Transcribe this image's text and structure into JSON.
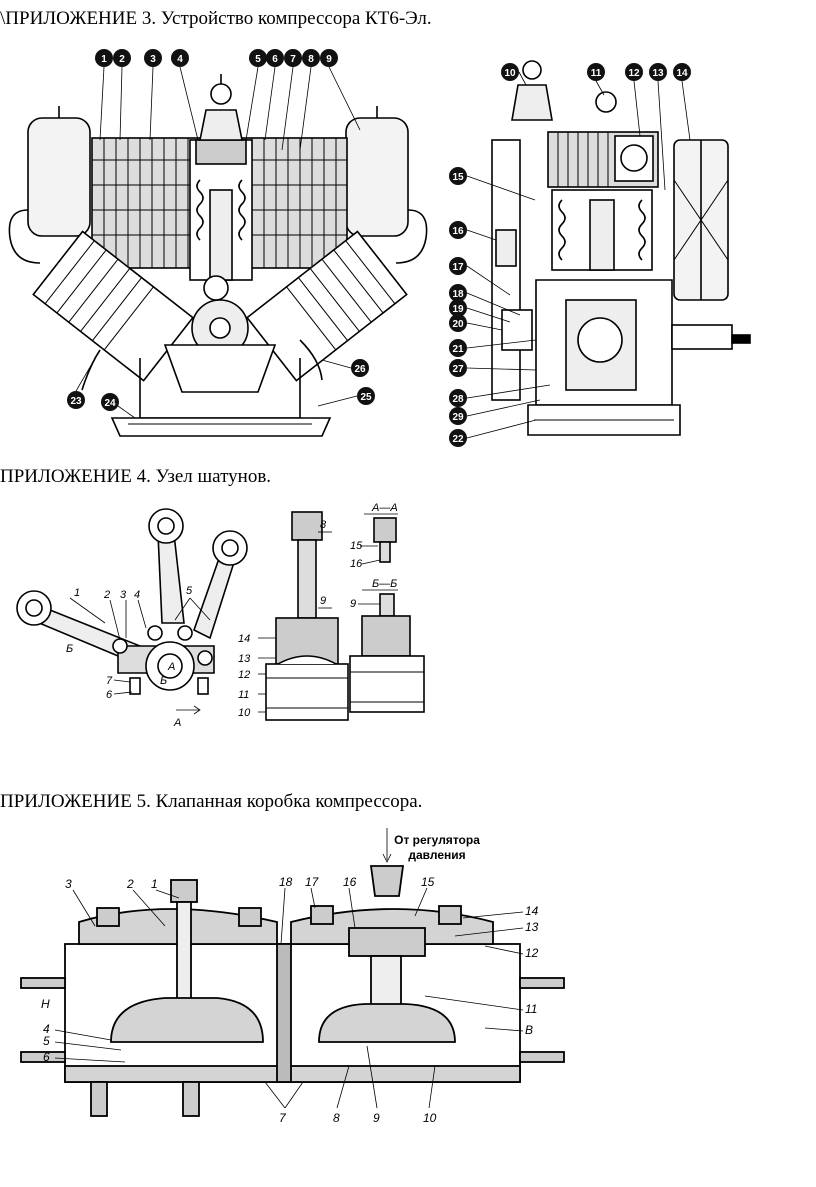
{
  "sections": [
    {
      "title": "\\ПРИЛОЖЕНИЕ 3. Устройство компрессора КТ6-Эл."
    },
    {
      "title": "ПРИЛОЖЕНИЕ 4. Узел шатунов."
    },
    {
      "title": "ПРИЛОЖЕНИЕ 5. Клапанная коробка компрессора."
    }
  ],
  "fig3": {
    "front_labels": [
      "1",
      "2",
      "3",
      "4",
      "5",
      "6",
      "7",
      "8",
      "9",
      "23",
      "24",
      "25",
      "26"
    ],
    "side_labels": [
      "10",
      "11",
      "12",
      "13",
      "14",
      "15",
      "16",
      "17",
      "18",
      "19",
      "20",
      "21",
      "27",
      "28",
      "29",
      "22"
    ]
  },
  "fig4": {
    "main_labels": [
      "1",
      "2",
      "3",
      "4",
      "5",
      "6",
      "7",
      "Б",
      "А",
      "Б",
      "А"
    ],
    "section_labels": [
      "8",
      "9",
      "14",
      "13",
      "12",
      "11",
      "10"
    ],
    "detail_labels": [
      "А—А",
      "15",
      "16",
      "Б—Б",
      "9"
    ]
  },
  "fig5": {
    "annotation_line1": "От регулятора",
    "annotation_line2": "давления",
    "labels": [
      "3",
      "2",
      "1",
      "18",
      "17",
      "16",
      "15",
      "14",
      "13",
      "12",
      "Н",
      "4",
      "5",
      "6",
      "11",
      "В",
      "7",
      "8",
      "9",
      "10"
    ]
  }
}
